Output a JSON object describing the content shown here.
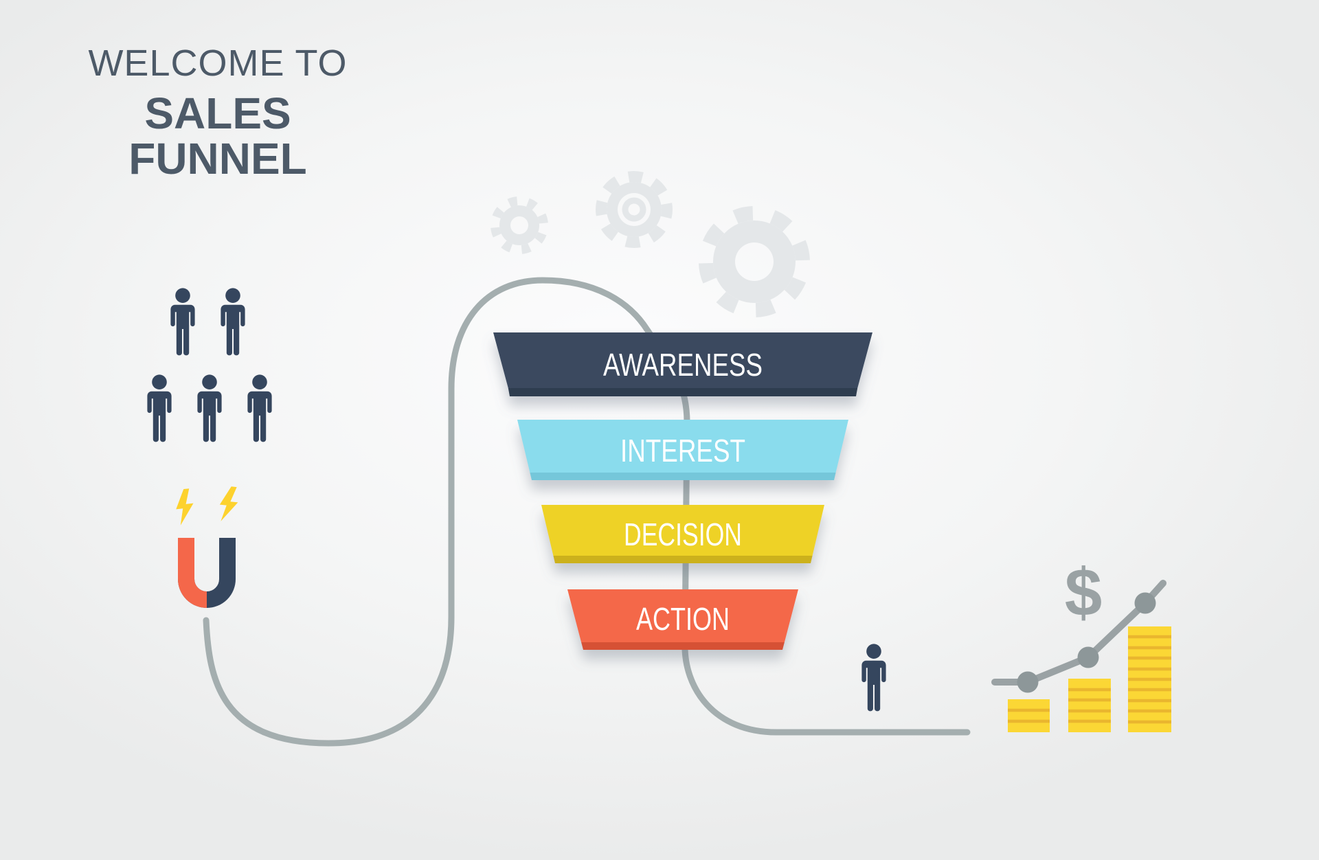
{
  "title": {
    "line1": "WELCOME TO",
    "line2": "SALES FUNNEL",
    "color": "#4d5a68"
  },
  "funnel": {
    "label_color": "#ffffff",
    "stages": [
      {
        "label": "AWARENESS",
        "color": "#3a4a5f",
        "edge_color": "#2f3d50"
      },
      {
        "label": "INTEREST",
        "color": "#8adced",
        "edge_color": "#74c7da"
      },
      {
        "label": "DECISION",
        "color": "#eed228",
        "edge_color": "#ccb11c"
      },
      {
        "label": "ACTION",
        "color": "#f4674a",
        "edge_color": "#d65136"
      }
    ]
  },
  "flow": {
    "line_color": "#a4aeaf"
  },
  "gears": {
    "count": 3,
    "color": "#e4e7e9"
  },
  "prospects": {
    "count": 5,
    "color": "#35465e"
  },
  "magnet": {
    "left_color": "#f4674a",
    "right_color": "#35465e",
    "spark_color": "#fdd22e",
    "spark_count": 2
  },
  "customer": {
    "color": "#35465e"
  },
  "growth_chart": {
    "dollar_sign": "$",
    "line_color": "#9aa2a4",
    "dot_color": "#8d9799",
    "coin_color": "#fbd735",
    "coin_stripe_color": "#eab62e",
    "coin_stacks": [
      {
        "coins": 3
      },
      {
        "coins": 5
      },
      {
        "coins": 10
      }
    ]
  }
}
